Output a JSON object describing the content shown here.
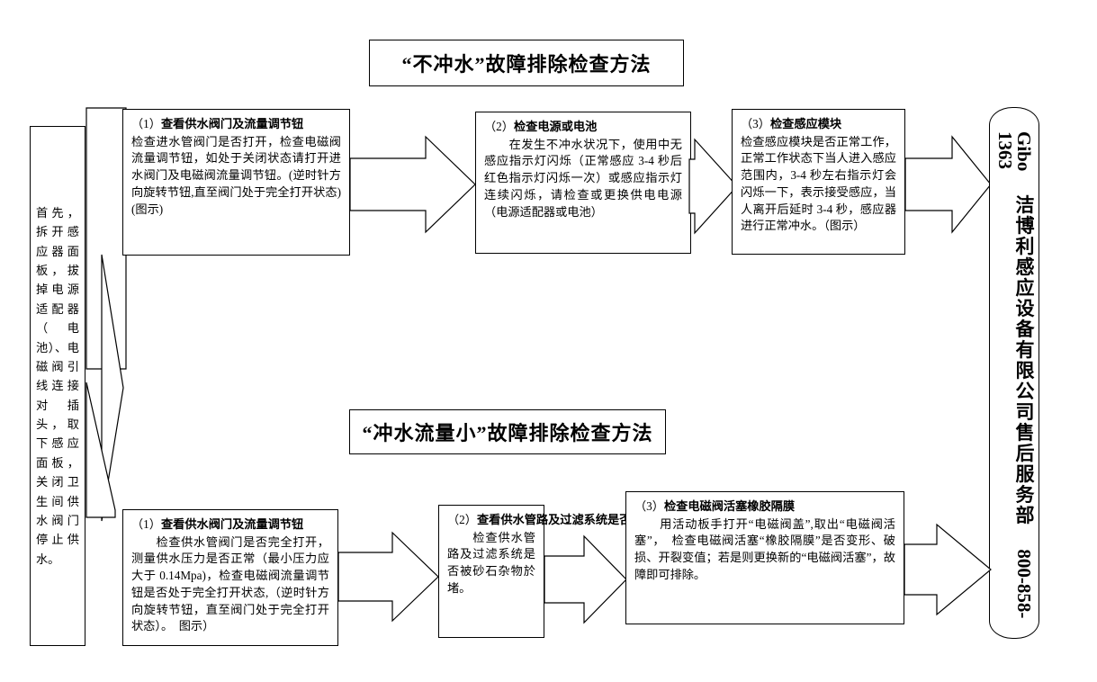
{
  "document": {
    "language": "zh-CN",
    "kind": "troubleshooting-flowchart"
  },
  "sections": [
    {
      "id": "no-flush",
      "title": "“不冲水”故障排除检查方法",
      "steps": [
        {
          "num": "（1）",
          "heading": "查看供水阀门及流量调节钮",
          "body": "检查进水管阀门是否打开，检查电磁阀流量调节钮，如处于关闭状态请打开进水阀门及电磁阀流量调节钮。(逆时针方向旋转节钮,直至阀门处于完全打开状态)(图示)"
        },
        {
          "num": "（2）",
          "heading": "检查电源或电池",
          "body": "　　在发生不冲水状况下，使用中无感应指示灯闪烁（正常感应 3-4 秒后红色指示灯闪烁一次）或感应指示灯连续闪烁，请检查或更换供电电源（电源适配器或电池）"
        },
        {
          "num": "（3）",
          "heading": "检查感应模块",
          "body": "检查感应模块是否正常工作，正常工作状态下当人进入感应范围内，3-4 秒左右指示灯会闪烁一下，表示接受感应，当人离开后延时 3-4 秒，感应器进行正常冲水。（图示）"
        }
      ]
    },
    {
      "id": "low-flow",
      "title": "“冲水流量小”故障排除检查方法",
      "steps": [
        {
          "num": "（1）",
          "heading": "查看供水阀门及流量调节钮",
          "body": "　　检查供水管阀门是否完全打开，测量供水压力是否正常（最小压力应大于 0.14Mpa)，检查电磁阀流量调节钮是否处于完全打开状态,（逆时针方向旋转节钮，直至阀门处于完全打开状态）。　图示）"
        },
        {
          "num": "（2）",
          "heading": "查看供水管路及过滤系统是否於堵",
          "body": "　　检查供水管路及过滤系统是否被砂石杂物於堵。"
        },
        {
          "num": "（3）",
          "heading": "检查电磁阀活塞橡胶隔膜",
          "body": "　　用活动板手打开“电磁阀盖”,取出“电磁阀活塞”，　检查电磁阀活塞“橡胶隔膜”是否变形、破损、开裂变值；若是则更换新的“电磁阀活塞”，故障即可排除。"
        }
      ]
    }
  ],
  "side_note": {
    "text": "首先，拆开感应器面板，拔掉电源适配器（电池）、电磁阀引线连接对插头，取下感应面板，关闭卫生间供水阀门停止供水。"
  },
  "company": {
    "brand": "Gibo",
    "name": "洁博利感应设备有限公司售后服务部",
    "hotline": "800-858-1363"
  },
  "colors": {
    "stroke": "#000000",
    "fill": "#ffffff",
    "text": "#000000"
  }
}
